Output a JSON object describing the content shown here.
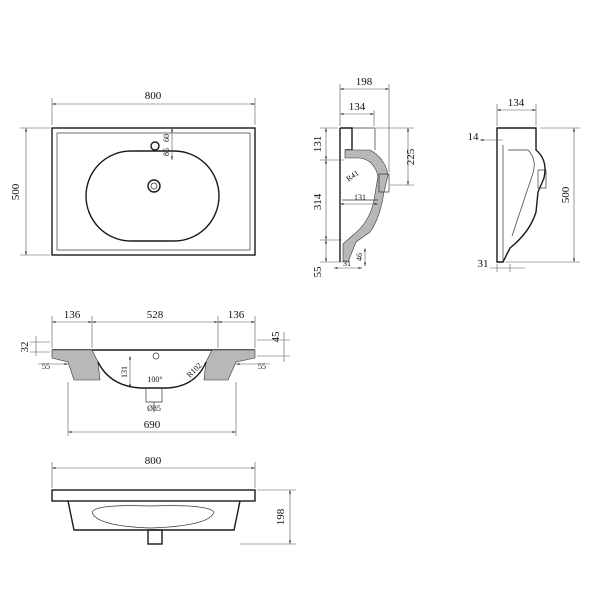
{
  "top_view": {
    "width": "800",
    "height": "500",
    "hole_a": "60",
    "hole_b": "85"
  },
  "side_view": {
    "depth": "198",
    "upper_depth": "134",
    "top_h": "131",
    "drop": "225",
    "radius": "R41",
    "inner": "131",
    "lower": "314",
    "base": "55",
    "foot_w": "31",
    "foot_h": "46"
  },
  "right_view": {
    "depth": "134",
    "lip": "14",
    "height": "500",
    "foot": "31"
  },
  "section_view": {
    "left": "136",
    "middle": "528",
    "right": "136",
    "left_h": "32",
    "right_h": "45",
    "left_side": "55",
    "right_side": "55",
    "depth": "131",
    "angle": "100°",
    "radius": "R102",
    "drain": "Ø85",
    "bottom": "690"
  },
  "front_view": {
    "width": "800",
    "height": "198"
  }
}
